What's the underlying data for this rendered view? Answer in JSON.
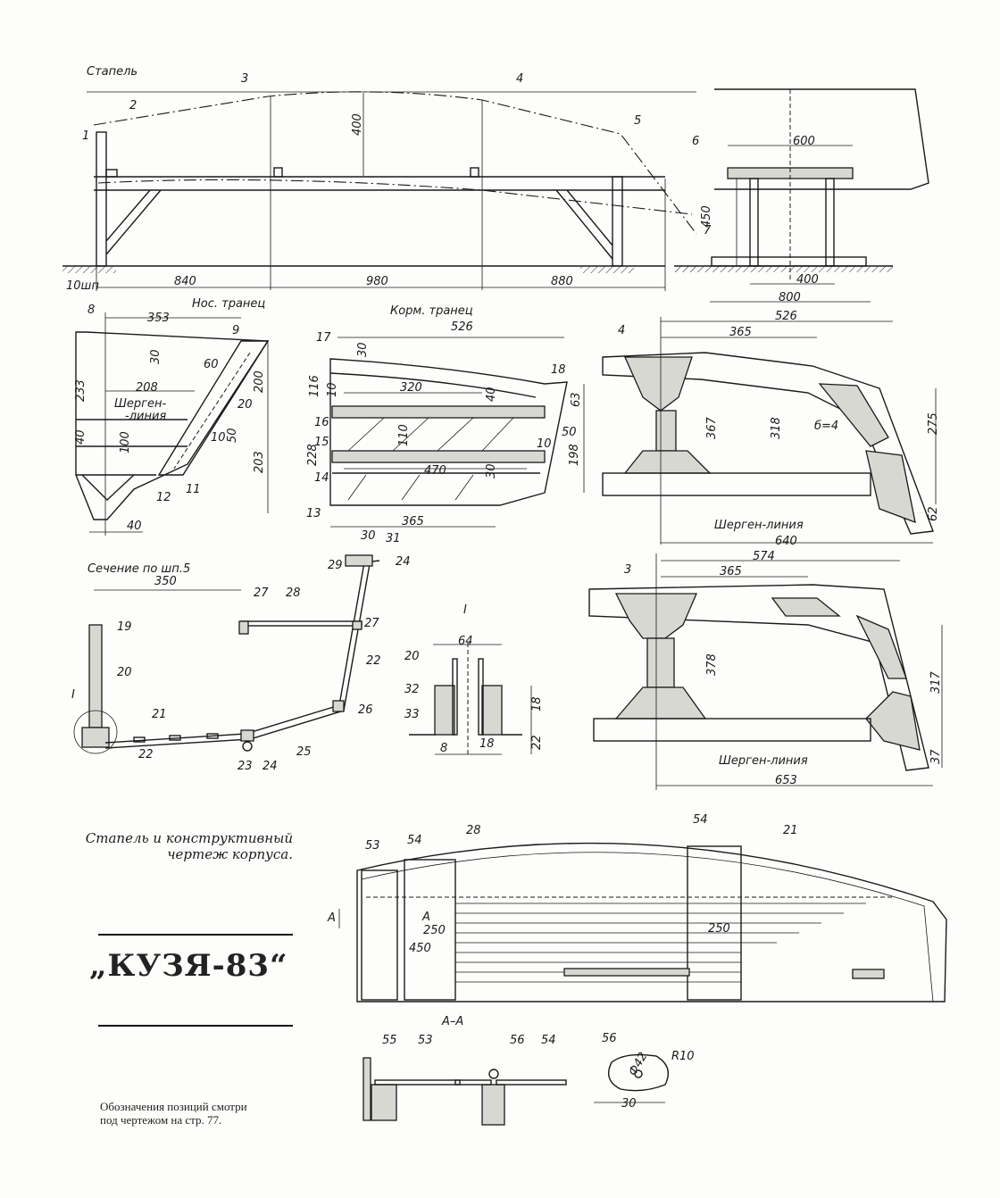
{
  "caption": {
    "line1": "Стапель и конструктивный",
    "line2": "чертеж корпуса."
  },
  "boat_name": "„КУЗЯ-83“",
  "note": {
    "line1": "Обозначения позиций смотри",
    "line2": "под чертежом на стр. 77."
  },
  "labels": [
    "Стапель",
    "3",
    "4",
    "2",
    "1",
    "400",
    "5",
    "6",
    "600",
    "450",
    "7",
    "400",
    "800",
    "10шп",
    "840",
    "980",
    "880",
    "Нос. транец",
    "Корм. транец",
    "8",
    "353",
    "9",
    "30",
    "60",
    "233",
    "208",
    "200",
    "Шерген-",
    "-линия",
    "20",
    "40",
    "100",
    "50",
    "10",
    "11",
    "203",
    "12",
    "40",
    "526",
    "17",
    "30",
    "18",
    "116",
    "10",
    "320",
    "40",
    "63",
    "16",
    "15",
    "110",
    "50",
    "228",
    "198",
    "10",
    "14",
    "470",
    "30",
    "13",
    "365",
    "4",
    "526",
    "365",
    "367",
    "318",
    "б=4",
    "275",
    "Шерген-линия",
    "62",
    "640",
    "574",
    "3",
    "365",
    "378",
    "317",
    "Шерген-линия",
    "37",
    "653",
    "Сечение по шп.5",
    "30",
    "31",
    "29",
    "24",
    "350",
    "27",
    "28",
    "19",
    "27",
    "20",
    "22",
    "I",
    "21",
    "26",
    "22",
    "23",
    "24",
    "25",
    "I",
    "64",
    "20",
    "32",
    "33",
    "18",
    "22",
    "8",
    "18",
    "53",
    "54",
    "28",
    "54",
    "21",
    "A",
    "A",
    "250",
    "450",
    "250",
    "А–А",
    "55",
    "53",
    "56",
    "54",
    "56",
    "R10",
    "Ф42",
    "30"
  ]
}
